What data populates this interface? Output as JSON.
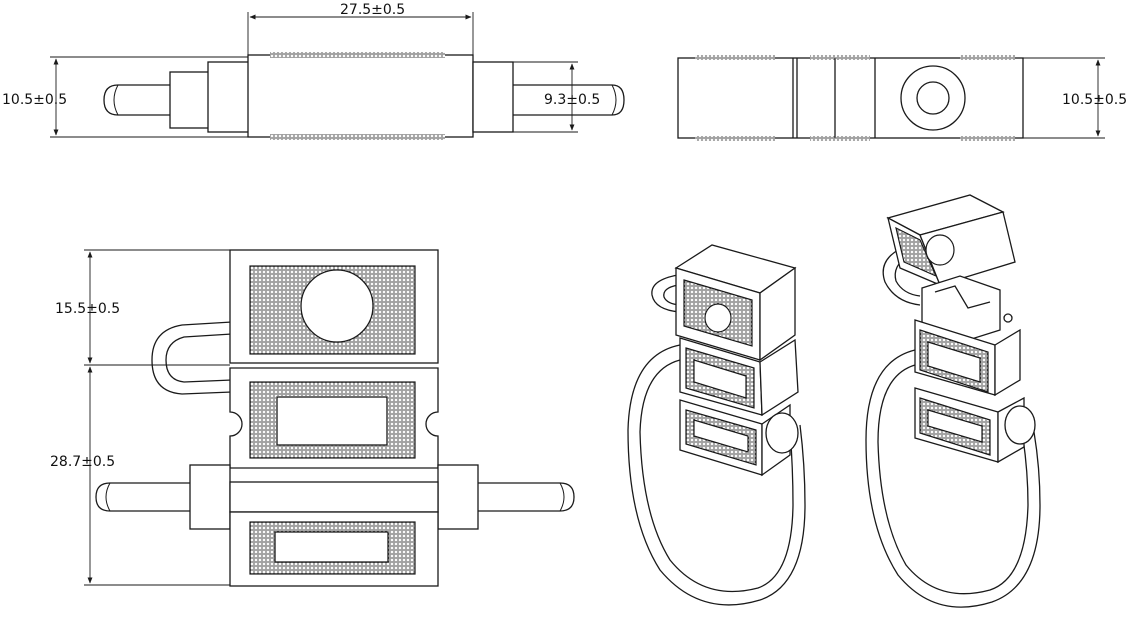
{
  "dimensions": {
    "width_top": "27.5±0.5",
    "height_left": "10.5±0.5",
    "diameter_right": "9.3±0.5",
    "height_side": "10.5±0.5",
    "cap_height": "15.5±0.5",
    "body_height": "28.7±0.5"
  },
  "colors": {
    "line": "#1a1a1a",
    "background": "#ffffff"
  }
}
